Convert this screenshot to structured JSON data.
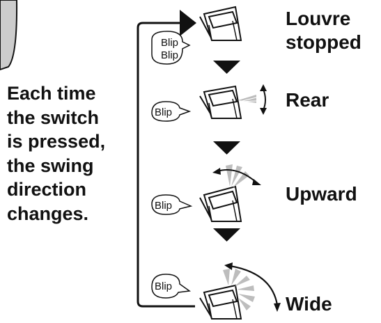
{
  "instruction": {
    "lines": [
      "Each time",
      "the switch",
      "is pressed,",
      "the swing",
      "direction",
      "changes."
    ]
  },
  "states": [
    {
      "label_lines": [
        "Louvre",
        "stopped"
      ],
      "sound": [
        "Blip",
        "Blip"
      ]
    },
    {
      "label_lines": [
        "Rear"
      ],
      "sound": [
        "Blip"
      ]
    },
    {
      "label_lines": [
        "Upward"
      ],
      "sound": [
        "Blip"
      ]
    },
    {
      "label_lines": [
        "Wide"
      ],
      "sound": [
        "Blip"
      ]
    }
  ]
}
